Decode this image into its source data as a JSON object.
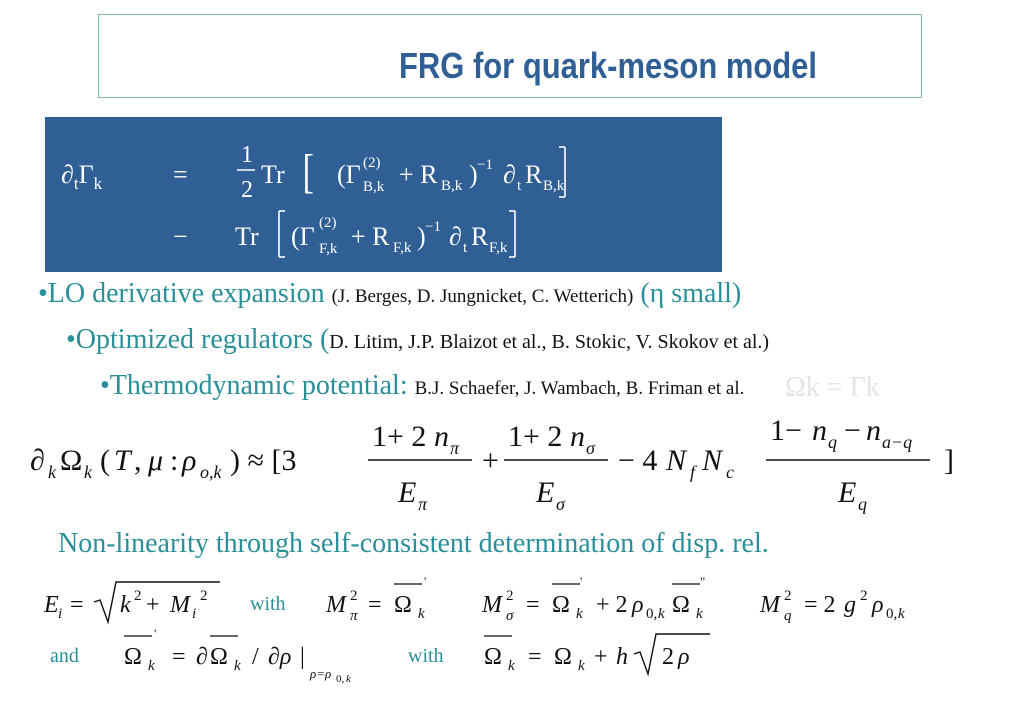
{
  "slide": {
    "title": "FRG for quark-meson  model"
  },
  "bullets": [
    {
      "main": "•LO derivative expansion ",
      "refs": "(J. Berges, D. Jungnicket, C. Wetterich)",
      "tail": " (η small)"
    },
    {
      "main": "•Optimized regulators  (",
      "refs": "D. Litim, J.P. Blaizot et al., B. Stokic, V. Skokov et al.)",
      "tail": ""
    },
    {
      "main": "•Thermodynamic potential: ",
      "refs": "B.J. Schaefer, J. Wambach, B. Friman et al.",
      "tail": ""
    }
  ],
  "ghost_text": "Ωk = Γk",
  "nonlinearity": "Non-linearity through self-consistent determination of disp. rel.",
  "keywords": {
    "with_1": "with",
    "and": "and",
    "with_2": "with"
  },
  "colors": {
    "title": "#2f5f94",
    "teal_text": "#2a8f99",
    "eq_box": "#2f5f94",
    "title_border": "#7fb8b3"
  }
}
